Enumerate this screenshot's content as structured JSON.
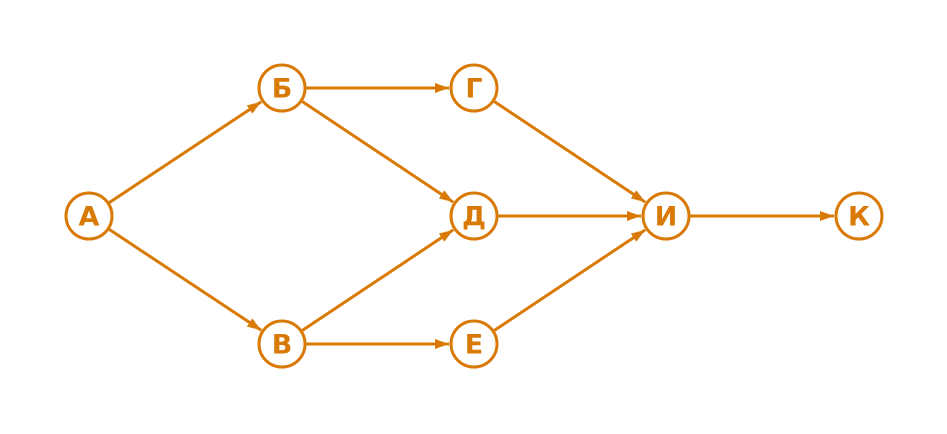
{
  "colors": {
    "accent": "#d97a06",
    "background": "#ffffff"
  },
  "graph": {
    "nodes": [
      {
        "id": "A",
        "label": "А"
      },
      {
        "id": "B",
        "label": "Б"
      },
      {
        "id": "V",
        "label": "В"
      },
      {
        "id": "G",
        "label": "Г"
      },
      {
        "id": "D",
        "label": "Д"
      },
      {
        "id": "E",
        "label": "Е"
      },
      {
        "id": "I",
        "label": "И"
      },
      {
        "id": "K",
        "label": "К"
      }
    ],
    "edges": [
      {
        "from": "A",
        "to": "B"
      },
      {
        "from": "A",
        "to": "V"
      },
      {
        "from": "B",
        "to": "G"
      },
      {
        "from": "B",
        "to": "D"
      },
      {
        "from": "V",
        "to": "D"
      },
      {
        "from": "V",
        "to": "E"
      },
      {
        "from": "G",
        "to": "I"
      },
      {
        "from": "D",
        "to": "I"
      },
      {
        "from": "E",
        "to": "I"
      },
      {
        "from": "I",
        "to": "K"
      }
    ]
  }
}
